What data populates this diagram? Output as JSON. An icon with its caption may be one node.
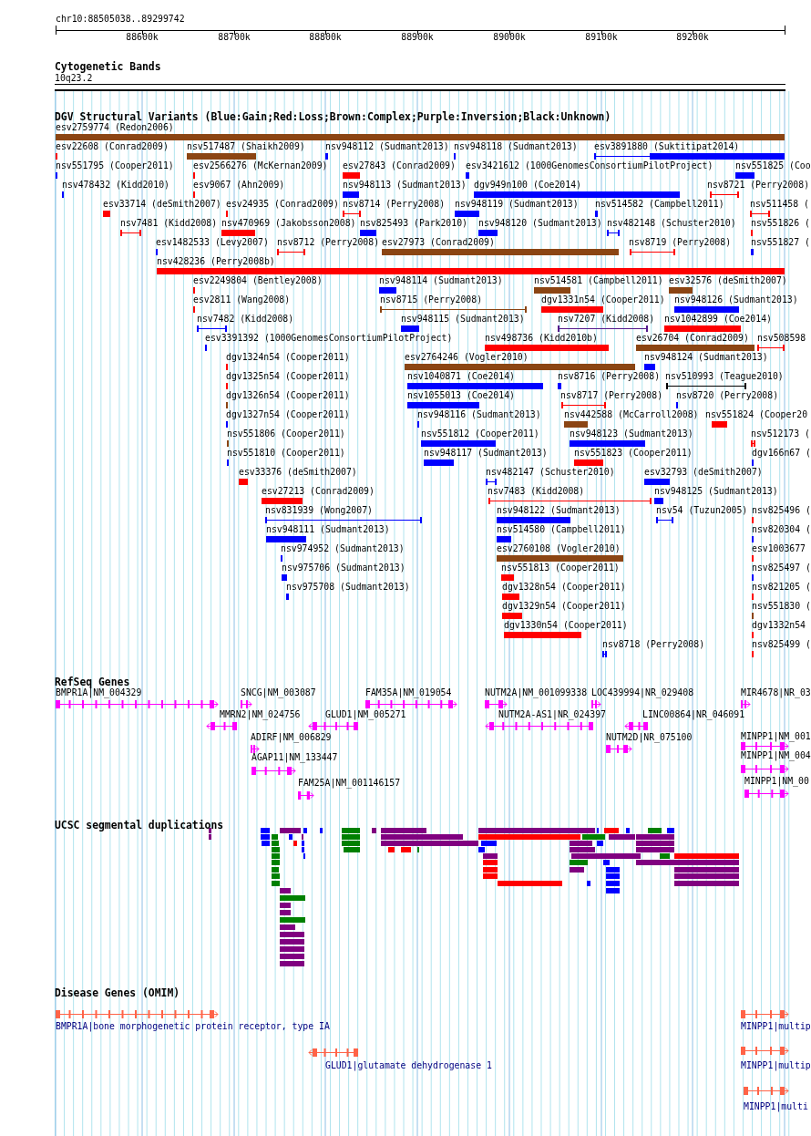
{
  "diagram": {
    "labels": [
      "chr10:88505038..89299742",
      "88600k",
      "88700k",
      "88800k",
      "88900k",
      "89000k",
      "89100k",
      "89200k",
      "Cytogenetic Bands",
      "10q23.2",
      "DGV Structural Variants (Blue:Gain;Red:Loss;Brown:Complex;Purple:Inversion;Black:Unknown)",
      "esv2759774 (Redon2006)",
      "esv22608 (Conrad2009)",
      "nsv517487 (Shaikh2009)",
      "nsv948112 (Sudmant2013)",
      "nsv948118 (Sudmant2013)",
      "esv3891880 (Suktitipat2014)",
      "nsv551795 (Cooper2011)",
      "esv2566276 (McKernan2009)",
      "esv27843 (Conrad2009)",
      "esv3421612 (1000GenomesConsortiumPilotProject)",
      "nsv551825 (Coo",
      "nsv478432 (Kidd2010)",
      "esv9067 (Ahn2009)",
      "nsv948113 (Sudmant2013)",
      "dgv949n100 (Coe2014)",
      "nsv8721 (Perry2008)",
      "esv33714 (deSmith2007)",
      "esv24935 (Conrad2009)",
      "nsv8714 (Perry2008)",
      "nsv948119 (Sudmant2013)",
      "nsv514582 (Campbell2011)",
      "nsv511458 (",
      "nsv7481 (Kidd2008)",
      "nsv470969 (Jakobsson2008)",
      "nsv825493 (Park2010)",
      "nsv948120 (Sudmant2013)",
      "nsv482148 (Schuster2010)",
      "nsv551826 (",
      "esv1482533 (Levy2007)",
      "nsv8712 (Perry2008)",
      "esv27973 (Conrad2009)",
      "nsv8719 (Perry2008)",
      "nsv551827 (",
      "nsv428236 (Perry2008b)",
      "esv2249804 (Bentley2008)",
      "nsv948114 (Sudmant2013)",
      "nsv514581 (Campbell2011)",
      "esv32576 (deSmith2007)",
      "esv2811 (Wang2008)",
      "nsv8715 (Perry2008)",
      "dgv1331n54 (Cooper2011)",
      "nsv948126 (Sudmant2013)",
      "nsv7482 (Kidd2008)",
      "nsv948115 (Sudmant2013)",
      "nsv7207 (Kidd2008)",
      "nsv1042899 (Coe2014)",
      "esv3391392 (1000GenomesConsortiumPilotProject)",
      "nsv498736 (Kidd2010b)",
      "esv26704 (Conrad2009)",
      "nsv508598",
      "dgv1324n54 (Cooper2011)",
      "esv2764246 (Vogler2010)",
      "nsv948124 (Sudmant2013)",
      "dgv1325n54 (Cooper2011)",
      "nsv1040871 (Coe2014)",
      "nsv8716 (Perry2008)",
      "nsv510993 (Teague2010)",
      "dgv1326n54 (Cooper2011)",
      "nsv1055013 (Coe2014)",
      "nsv8717 (Perry2008)",
      "nsv8720 (Perry2008)",
      "dgv1327n54 (Cooper2011)",
      "nsv948116 (Sudmant2013)",
      "nsv442588 (McCarroll2008)",
      "nsv551824 (Cooper20",
      "nsv551806 (Cooper2011)",
      "nsv551812 (Cooper2011)",
      "nsv948123 (Sudmant2013)",
      "nsv512173 (",
      "nsv551810 (Cooper2011)",
      "nsv948117 (Sudmant2013)",
      "nsv551823 (Cooper2011)",
      "dgv166n67 (",
      "esv33376 (deSmith2007)",
      "nsv482147 (Schuster2010)",
      "esv32793 (deSmith2007)",
      "esv27213 (Conrad2009)",
      "nsv7483 (Kidd2008)",
      "nsv948125 (Sudmant2013)",
      "nsv831939 (Wong2007)",
      "nsv948122 (Sudmant2013)",
      "nsv54 (Tuzun2005)",
      "nsv825496 (",
      "nsv948111 (Sudmant2013)",
      "nsv514580 (Campbell2011)",
      "nsv820304 (",
      "nsv974952 (Sudmant2013)",
      "esv2760108 (Vogler2010)",
      "esv1003677",
      "nsv975706 (Sudmant2013)",
      "nsv551813 (Cooper2011)",
      "nsv825497 (",
      "nsv975708 (Sudmant2013)",
      "dgv1328n54 (Cooper2011)",
      "nsv821205 (",
      "dgv1329n54 (Cooper2011)",
      "nsv551830 (",
      "dgv1330n54 (Cooper2011)",
      "dgv1332n54",
      "nsv8718 (Perry2008)",
      "nsv825499 (",
      "RefSeq Genes",
      "BMPR1A|NM_004329",
      "SNCG|NM_003087",
      "FAM35A|NM_019054",
      "NUTM2A|NM_001099338",
      "LOC439994|NR_029408",
      "MIR4678|NR_03",
      "MMRN2|NM_024756",
      "GLUD1|NM_005271",
      "NUTM2A-AS1|NR_024397",
      "LINC00864|NR_046091",
      "ADIRF|NM_006829",
      "NUTM2D|NR_075100",
      "MINPP1|NM_001",
      "AGAP11|NM_133447",
      "MINPP1|NM_004",
      "FAM25A|NM_001146157",
      "MINPP1|NM_00",
      "UCSC segmental duplications",
      "Disease Genes (OMIM)",
      "BMPR1A|bone morphogenetic protein receptor, type IA",
      "MINPP1|multip",
      "GLUD1|glutamate dehydrogenase 1",
      "MINPP1|multip",
      "MINPP1|multi"
    ]
  }
}
